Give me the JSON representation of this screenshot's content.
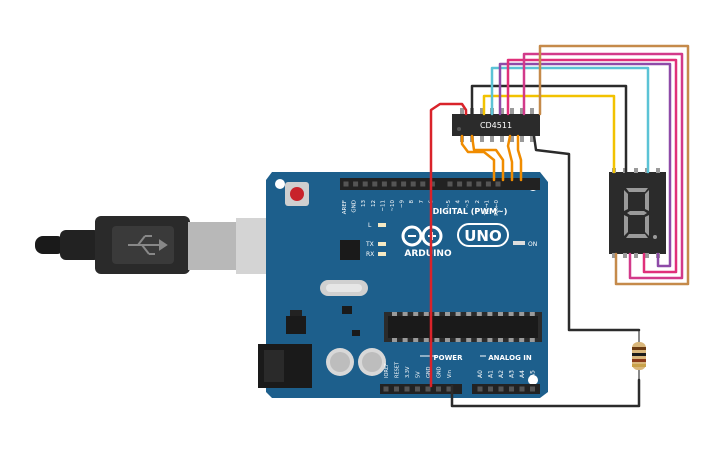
{
  "board": {
    "brand_text": "ARDUINO",
    "model_text": "UNO",
    "digital_header_label": "DIGITAL (PWM~)",
    "digital_pins": [
      "AREF",
      "GND",
      "13",
      "12",
      "~11",
      "~10",
      "~9",
      "8",
      "7",
      "~6",
      "~5",
      "4",
      "~3",
      "2",
      "TX→1",
      "RX←0"
    ],
    "analog_header_label": "ANALOG IN",
    "power_header_label": "POWER",
    "power_pins": [
      "IOREF",
      "RESET",
      "3.3V",
      "5V",
      "GND",
      "GND",
      "Vin"
    ],
    "analog_pins": [
      "A0",
      "A1",
      "A2",
      "A3",
      "A4",
      "A5"
    ],
    "led_labels": [
      "L",
      "TX",
      "RX"
    ],
    "on_label": "ON",
    "board_color": "#1d5f8c"
  },
  "decoder_chip": {
    "label": "CD4511",
    "color": "#2b2b2b"
  },
  "display": {
    "digit": "8",
    "segment_color": "#9a9a9a"
  },
  "wire_colors": {
    "red": "#d9232a",
    "orange": "#f08c00",
    "yellow": "#f2c200",
    "cyan": "#5bc3d6",
    "purple": "#8e4aa8",
    "magenta": "#e0307a",
    "pink": "#d23a8a",
    "tan": "#c58a4a",
    "black": "#2b2b2b"
  }
}
